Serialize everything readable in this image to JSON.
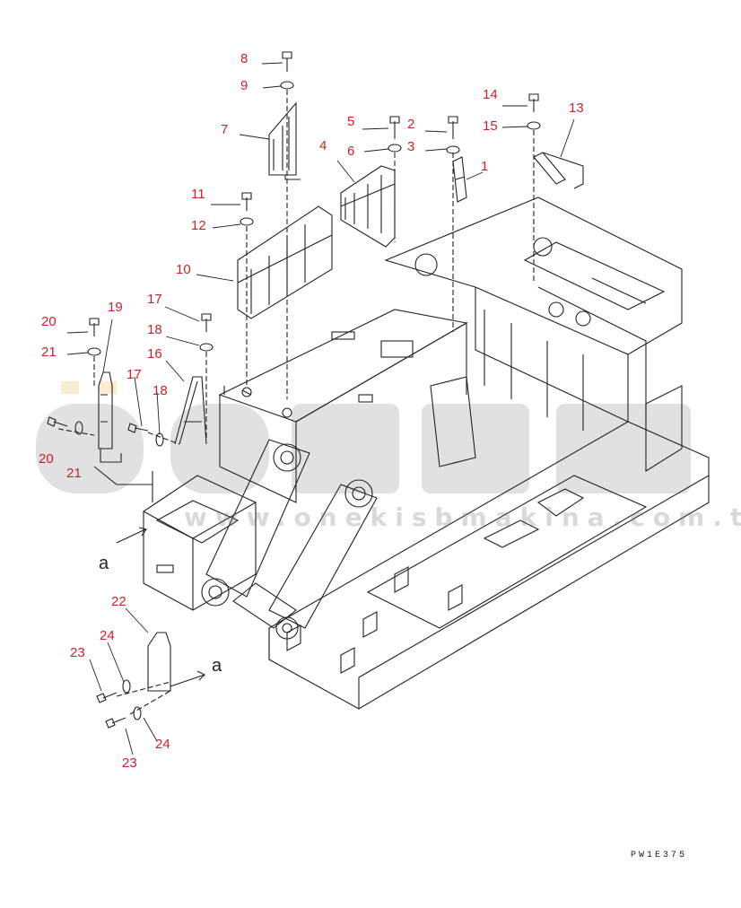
{
  "callouts": [
    {
      "id": "c8",
      "label": "8"
    },
    {
      "id": "c9",
      "label": "9"
    },
    {
      "id": "c7",
      "label": "7"
    },
    {
      "id": "c5",
      "label": "5"
    },
    {
      "id": "c2",
      "label": "2"
    },
    {
      "id": "c6",
      "label": "6"
    },
    {
      "id": "c3",
      "label": "3"
    },
    {
      "id": "c4",
      "label": "4"
    },
    {
      "id": "c1",
      "label": "1"
    },
    {
      "id": "c14",
      "label": "14"
    },
    {
      "id": "c15",
      "label": "15"
    },
    {
      "id": "c13",
      "label": "13"
    },
    {
      "id": "c11",
      "label": "11"
    },
    {
      "id": "c12",
      "label": "12"
    },
    {
      "id": "c10",
      "label": "10"
    },
    {
      "id": "c19",
      "label": "19"
    },
    {
      "id": "c20a",
      "label": "20"
    },
    {
      "id": "c21a",
      "label": "21"
    },
    {
      "id": "c17a",
      "label": "17"
    },
    {
      "id": "c18a",
      "label": "18"
    },
    {
      "id": "c16",
      "label": "16"
    },
    {
      "id": "c17b",
      "label": "17"
    },
    {
      "id": "c18b",
      "label": "18"
    },
    {
      "id": "c20b",
      "label": "20"
    },
    {
      "id": "c21b",
      "label": "21"
    },
    {
      "id": "c22",
      "label": "22"
    },
    {
      "id": "c24a",
      "label": "24"
    },
    {
      "id": "c23a",
      "label": "23"
    },
    {
      "id": "c24b",
      "label": "24"
    },
    {
      "id": "c23b",
      "label": "23"
    }
  ],
  "arrow_labels": {
    "a_left": "a",
    "a_right": "a"
  },
  "drawing_code": "PW1E375",
  "watermark": {
    "brand": "ÖNEK",
    "site": "www.onekisbmakina.com.tr"
  },
  "colors": {
    "callout": "#c8232c",
    "line": "#222222",
    "watermark": "#c9c9cd",
    "watermark_accent": "#f3dfae"
  }
}
